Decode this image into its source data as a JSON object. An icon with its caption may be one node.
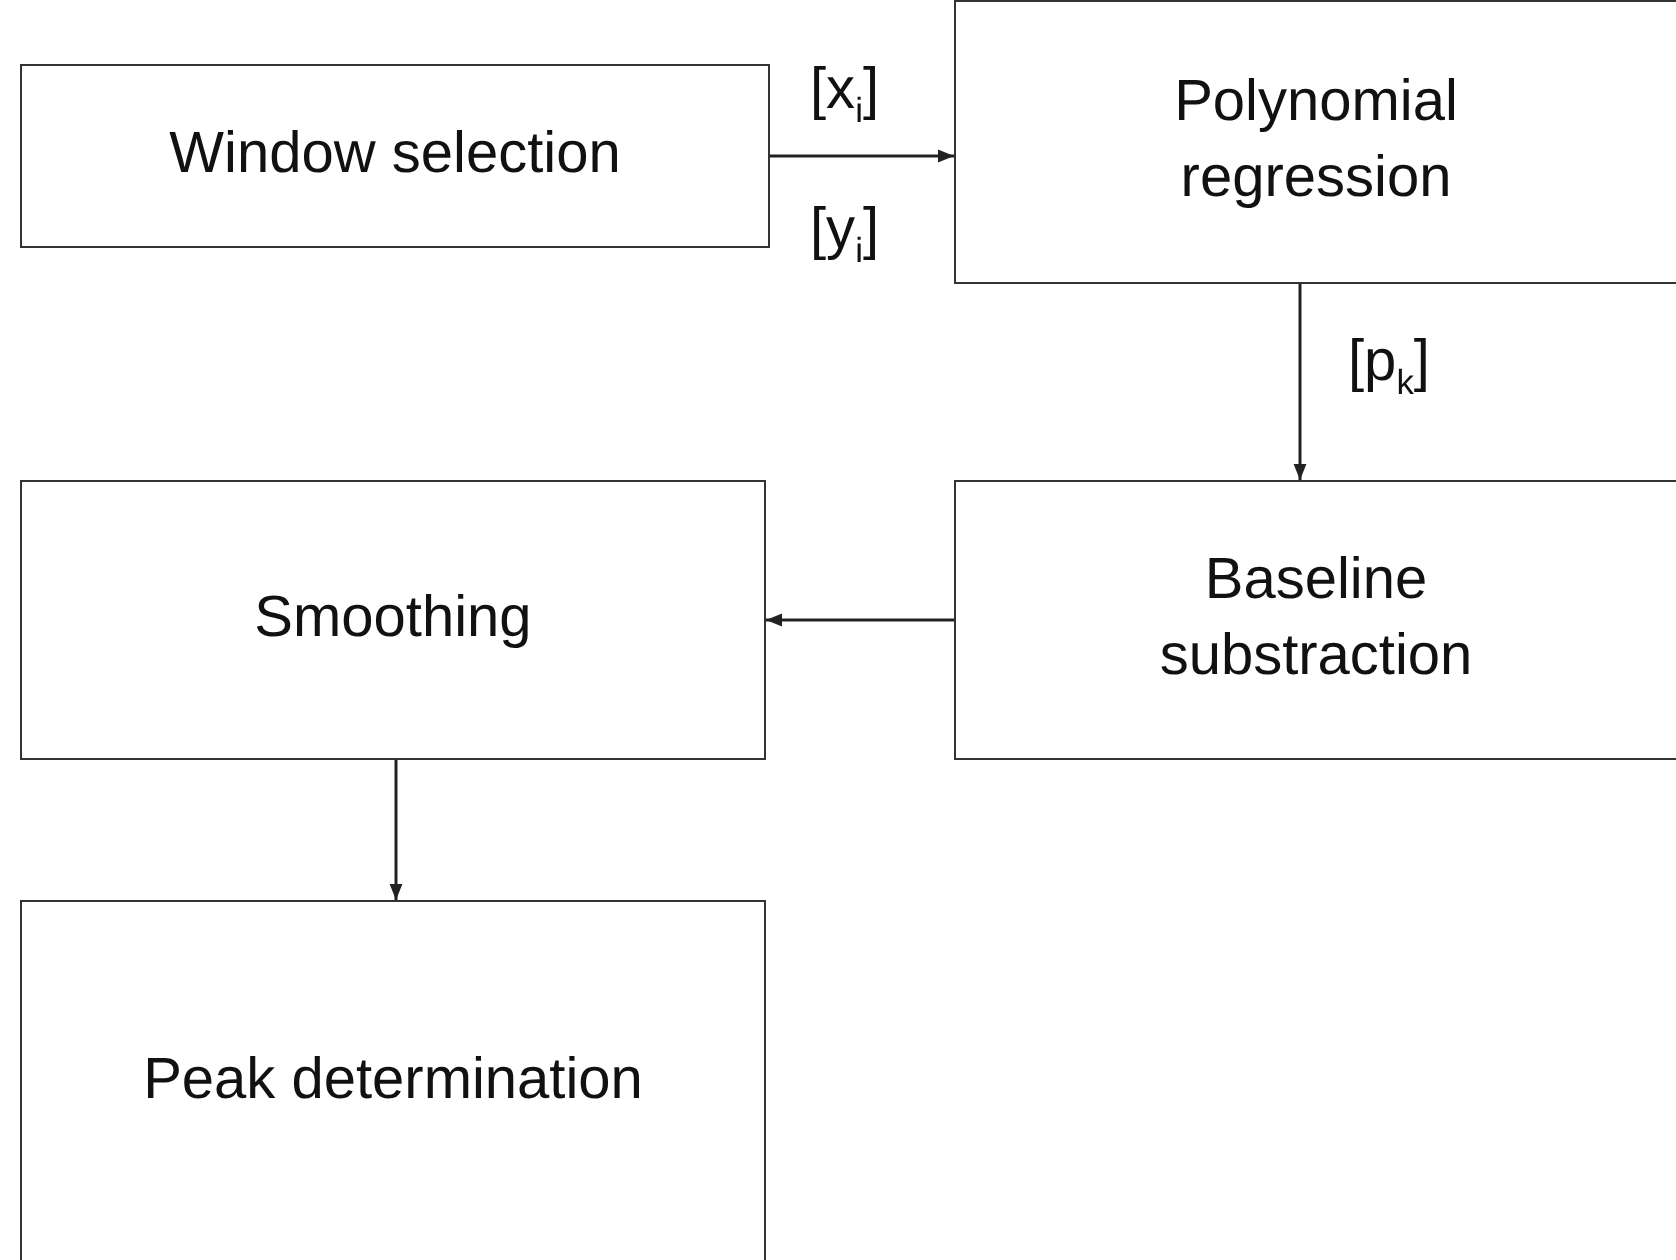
{
  "diagram": {
    "nodes": [
      {
        "text": [
          "Window selection"
        ]
      },
      {
        "text": [
          "Polynomial regression"
        ]
      },
      {
        "text": [
          "Baseline substraction"
        ]
      },
      {
        "text": [
          "Smoothing"
        ]
      },
      {
        "text": [
          "Peak determination"
        ]
      }
    ],
    "edges": [
      {
        "from": 0,
        "to": 1,
        "arrow": "to",
        "label": "[x$_{i}$]"
      },
      {
        "from": 1,
        "to": 2,
        "arrow": "to",
        "label": "[p$_{k}$]"
      },
      {
        "from": 2,
        "to": 3,
        "arrow": "to"
      },
      {
        "from": 3,
        "to": 4,
        "arrow": "to"
      }
    ],
    "labels": [
      "[y$_{i}$]"
    ]
  }
}
